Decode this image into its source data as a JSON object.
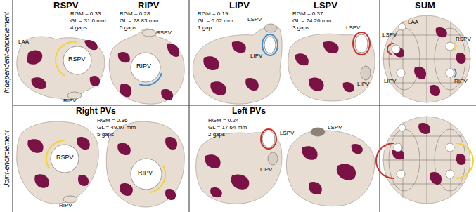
{
  "diagram": {
    "labels": [
      "Independent-encirclement",
      "RSPV",
      "RGM = 0.33",
      "GL = 31.6 mm",
      "4 gaps",
      "LAA",
      "RSPV",
      "RIPV",
      "RIPV",
      "RGM = 0.28",
      "GL = 28.83 mm",
      "5 gaps",
      "RSPV",
      "RIPV",
      "LIPV",
      "RGM = 0.19",
      "GL = 6.62 mm",
      "1 gap",
      "LSPV",
      "LIPV",
      "LSPV",
      "RGM = 0.37",
      "GL = 24.26 mm",
      "3 gaps",
      "LSPV",
      "LIPV",
      "SUM",
      "LAA",
      "LSPV",
      "RSPV",
      "LIPV",
      "RIPV",
      "Joint-encirclement",
      "Right PVs",
      "RGM = 0.36",
      "GL = 49.97 mm",
      "5 gaps",
      "RSPV",
      "RIPV",
      "RIPV",
      "Left PVs",
      "RGM = 0.24",
      "GL = 17.64 mm",
      "2 gaps",
      "LSPV",
      "LIPV",
      "LSPV"
    ]
  }
}
